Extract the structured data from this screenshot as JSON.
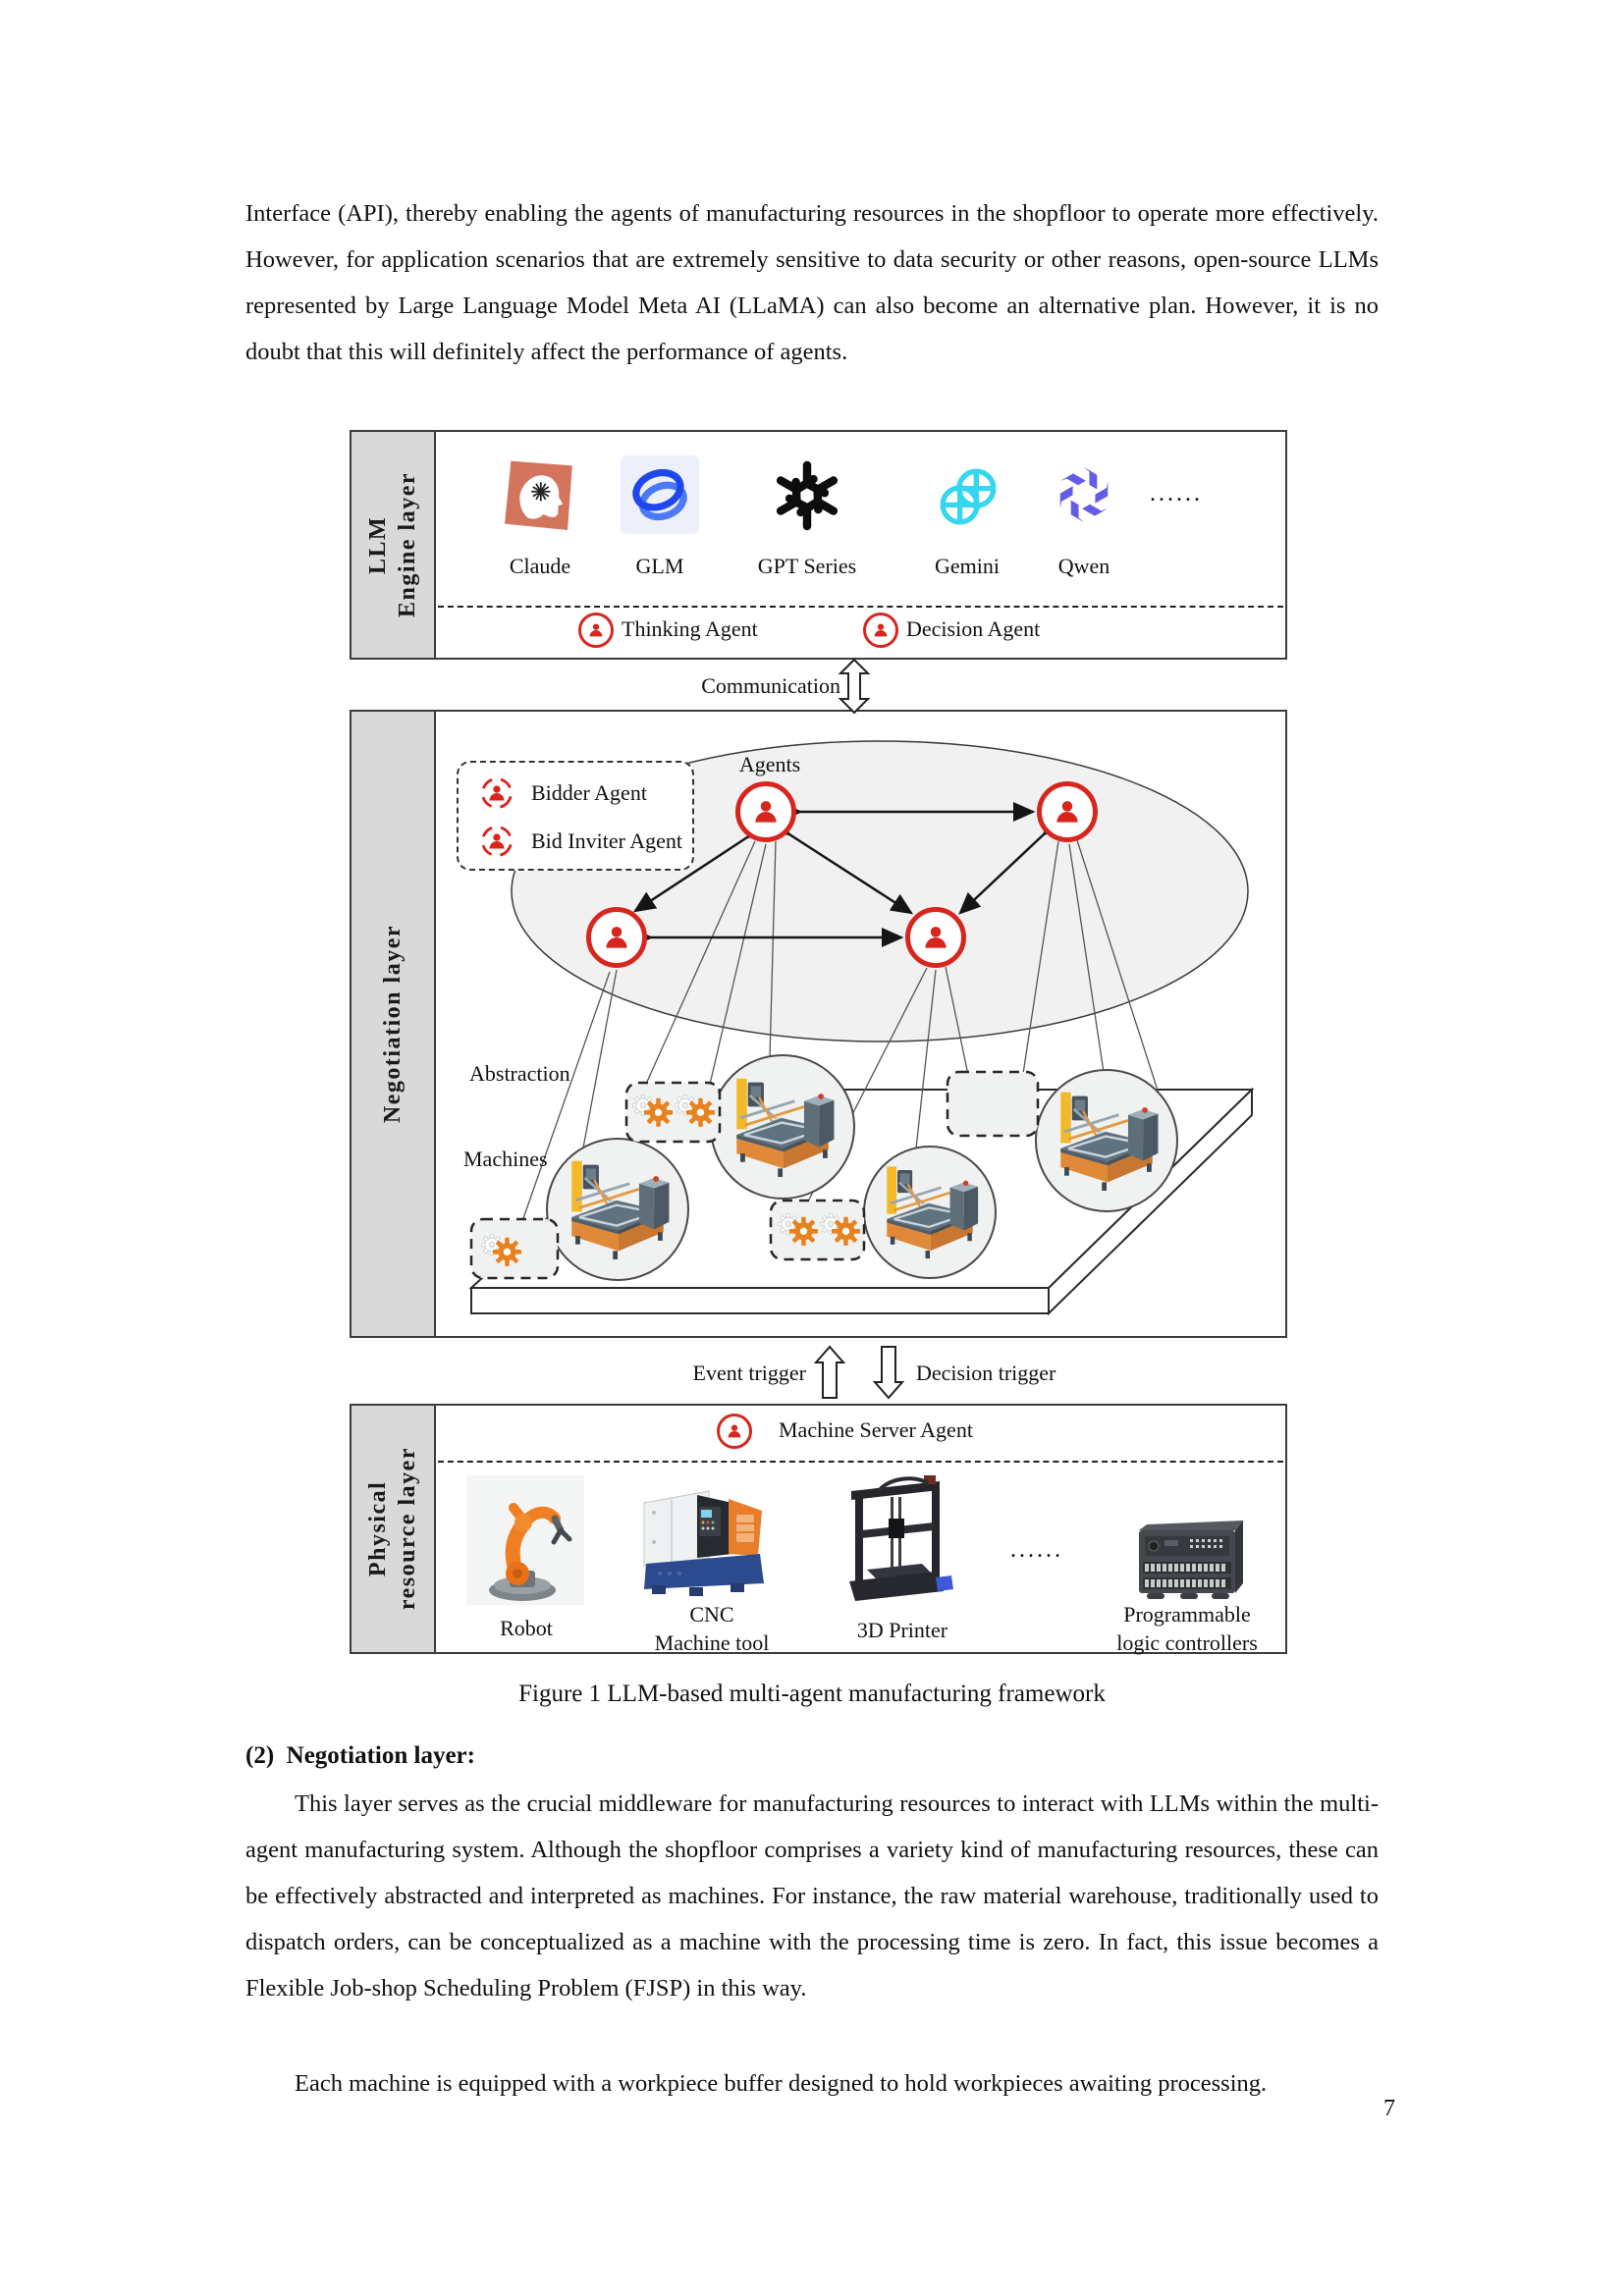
{
  "page": {
    "top_paragraph": "Interface (API), thereby enabling the agents of manufacturing resources in the shopfloor to operate more effectively. However, for application scenarios that are extremely sensitive to data security or other reasons, open-source LLMs represented by Large Language Model Meta AI (LLaMA) can also become an alternative plan. However, it is no doubt that this will definitely affect the performance of agents.",
    "figure_caption": "Figure 1 LLM-based multi-agent manufacturing framework",
    "section_heading": "(2)  Negotiation layer:",
    "negotiation_paragraph": "This layer serves as the crucial middleware for manufacturing resources to interact with LLMs within the multi-agent manufacturing system. Although the shopfloor comprises a variety kind of manufacturing resources, these can be effectively abstracted and interpreted as machines. For instance, the raw material warehouse, traditionally used to dispatch orders, can be conceptualized as a machine with the processing time is zero. In fact, this issue becomes a Flexible Job-shop Scheduling Problem (FJSP) in this way.",
    "closing_paragraph": "Each machine is equipped with a workpiece buffer designed to hold workpieces awaiting processing.",
    "page_number": "7"
  },
  "figure": {
    "llm_layer": {
      "title": "LLM\nEngine layer",
      "models": [
        {
          "name": "Claude"
        },
        {
          "name": "GLM"
        },
        {
          "name": "GPT Series"
        },
        {
          "name": "Gemini"
        },
        {
          "name": "Qwen"
        }
      ],
      "dots": "......",
      "thinking_agent": "Thinking Agent",
      "decision_agent": "Decision Agent"
    },
    "communication_label": "Communication",
    "negotiation_layer": {
      "title": "Negotiation layer",
      "agents_label": "Agents",
      "legend": {
        "bidder": "Bidder Agent",
        "bid_inviter": "Bid Inviter Agent"
      },
      "abstraction_label": "Abstraction",
      "machines_label": "Machines"
    },
    "triggers": {
      "event": "Event trigger",
      "decision": "Decision trigger"
    },
    "physical_layer": {
      "title": "Physical\nresource layer",
      "server_agent": "Machine Server Agent",
      "dots": "......",
      "equipment": [
        {
          "label": "Robot"
        },
        {
          "label": "CNC\nMachine tool"
        },
        {
          "label": "3D Printer"
        },
        {
          "label": "Programmable\nlogic controllers"
        }
      ]
    },
    "colors": {
      "claude": "#d3755c",
      "glm": "#2450f0",
      "gpt": "#111111",
      "gemini": "#35d6f0",
      "qwen": "#635ce8",
      "agent_red": "#d7261d",
      "gear_orange": "#e8821e",
      "layer_sidebar": "#d9d9d9"
    }
  }
}
